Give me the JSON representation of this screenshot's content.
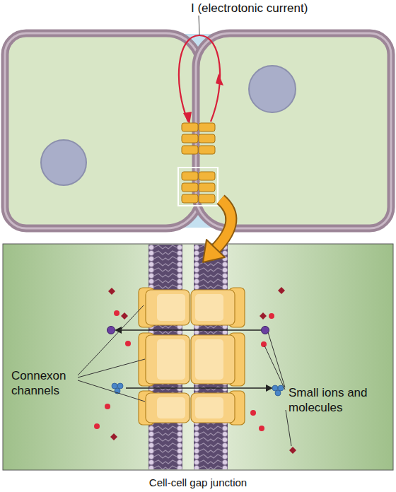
{
  "diagram": {
    "caption": "Cell-cell gap junction",
    "labels": [
      "I (electrotonic current)",
      "Connexon channels",
      "Small ions and molecules"
    ]
  }
}
